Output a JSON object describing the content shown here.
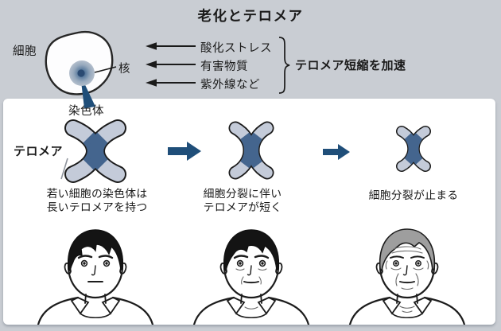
{
  "title": "老化とテロメア",
  "theme": {
    "bg": "#c9cdd3",
    "panel": "#ffffff",
    "accent": "#1f4e79",
    "chrom": "#44658e",
    "tip": "#c4cbd9",
    "ink": "#1a1a1a"
  },
  "cell_diagram": {
    "cell_label": "細胞",
    "nucleus_label": "核"
  },
  "stress_factors": {
    "items": [
      "酸化ストレス",
      "有害物質",
      "紫外線など"
    ],
    "effect_label": "テロメア短縮を加速"
  },
  "chromosome_section": {
    "chromosome_label": "染色体",
    "telomere_label": "テロメア",
    "stages": [
      {
        "caption_line1": "若い細胞の染色体は",
        "caption_line2": "長いテロメアを持つ",
        "figure": "young-man"
      },
      {
        "caption_line1": "細胞分裂に伴い",
        "caption_line2": "テロメアが短く",
        "figure": "middle-aged-man"
      },
      {
        "caption_line1": "細胞分裂が止まる",
        "caption_line2": "",
        "figure": "elderly-man"
      }
    ]
  }
}
